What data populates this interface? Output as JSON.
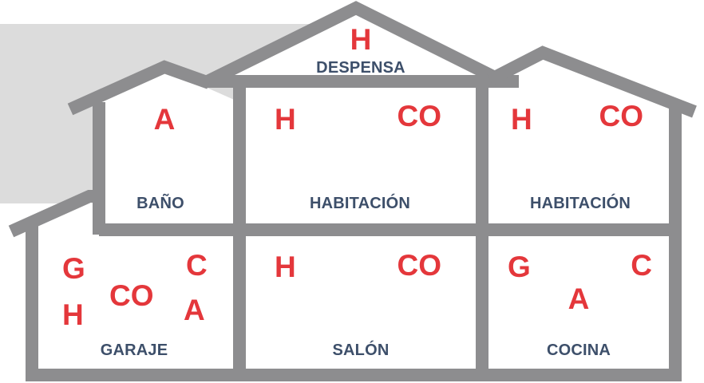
{
  "rooms": {
    "despensa": {
      "label": "DESPENSA",
      "markers": [
        "H"
      ]
    },
    "bano": {
      "label": "BAÑO",
      "markers": [
        "A"
      ]
    },
    "habitacion_center": {
      "label": "HABITACIÓN",
      "markers": [
        "H",
        "CO"
      ]
    },
    "habitacion_right": {
      "label": "HABITACIÓN",
      "markers": [
        "H",
        "CO"
      ]
    },
    "garaje": {
      "label": "GARAJE",
      "markers": [
        "G",
        "C",
        "CO",
        "A",
        "H"
      ]
    },
    "salon": {
      "label": "SALÓN",
      "markers": [
        "H",
        "CO"
      ]
    },
    "cocina": {
      "label": "COCINA",
      "markers": [
        "G",
        "C",
        "A"
      ]
    }
  },
  "colors": {
    "wall": "#8d8d8f",
    "marker": "#e4373b",
    "label": "#3d4f6a",
    "panel": "#dcdcdc"
  }
}
